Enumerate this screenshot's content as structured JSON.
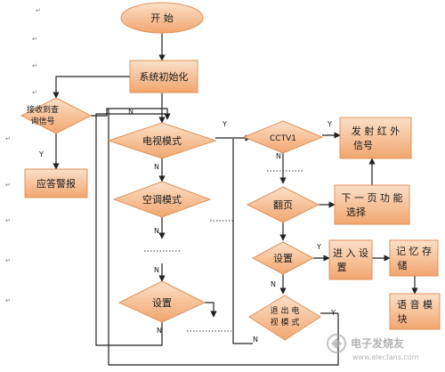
{
  "nodes": {
    "start": "开 始",
    "init": "系统初始化",
    "receive_line1": "接收到查",
    "receive_line2": "询信号",
    "alarm": "应答警报",
    "tv_mode": "电视模式",
    "ac_mode": "空调模式",
    "settings1": "设置",
    "cctv1": "CCTV1",
    "ir_line1": "发 射 红 外",
    "ir_line2": "信号",
    "page_turn": "翻页",
    "next_func_line1": "下 一 页 功 能",
    "next_func_line2": "选择",
    "settings2": "设置",
    "enter_settings_line1": "进 入 设",
    "enter_settings_line2": "置",
    "memory_line1": "记 忆 存",
    "memory_line2": "储",
    "voice_line1": "语 音 模",
    "voice_line2": "块",
    "exit_tv_line1": "退 出 电",
    "exit_tv_line2": "视 模 式"
  },
  "edge_labels": {
    "yes": "Y",
    "no": "N"
  },
  "watermark": {
    "name": "电子发烧友",
    "url": "www.elecfans.com"
  },
  "colors": {
    "node_fill_top": "#f9d3b3",
    "node_fill_bottom": "#f0a877",
    "node_stroke": "#e0925a"
  }
}
